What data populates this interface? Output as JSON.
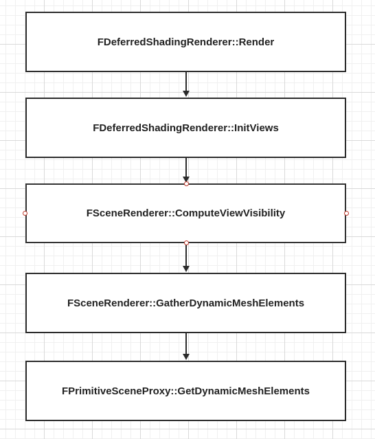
{
  "nodes": [
    {
      "id": "render",
      "label": "FDeferredShadingRenderer::Render"
    },
    {
      "id": "init-views",
      "label": "FDeferredShadingRenderer::InitViews"
    },
    {
      "id": "compute-view-visibility",
      "label": "FSceneRenderer::ComputeViewVisibility"
    },
    {
      "id": "gather-dynamic-mesh-elements",
      "label": "FSceneRenderer::GatherDynamicMeshElements"
    },
    {
      "id": "get-dynamic-mesh-elements",
      "label": "FPrimitiveSceneProxy::GetDynamicMeshElements"
    }
  ],
  "edges": [
    {
      "from": "render",
      "to": "init-views"
    },
    {
      "from": "init-views",
      "to": "compute-view-visibility"
    },
    {
      "from": "compute-view-visibility",
      "to": "gather-dynamic-mesh-elements"
    },
    {
      "from": "gather-dynamic-mesh-elements",
      "to": "get-dynamic-mesh-elements"
    }
  ],
  "selected_node": "compute-view-visibility",
  "colors": {
    "stroke": "#2b2b2b",
    "text": "#222222",
    "handle": "#c0392b",
    "grid": "#d9d9d9"
  }
}
